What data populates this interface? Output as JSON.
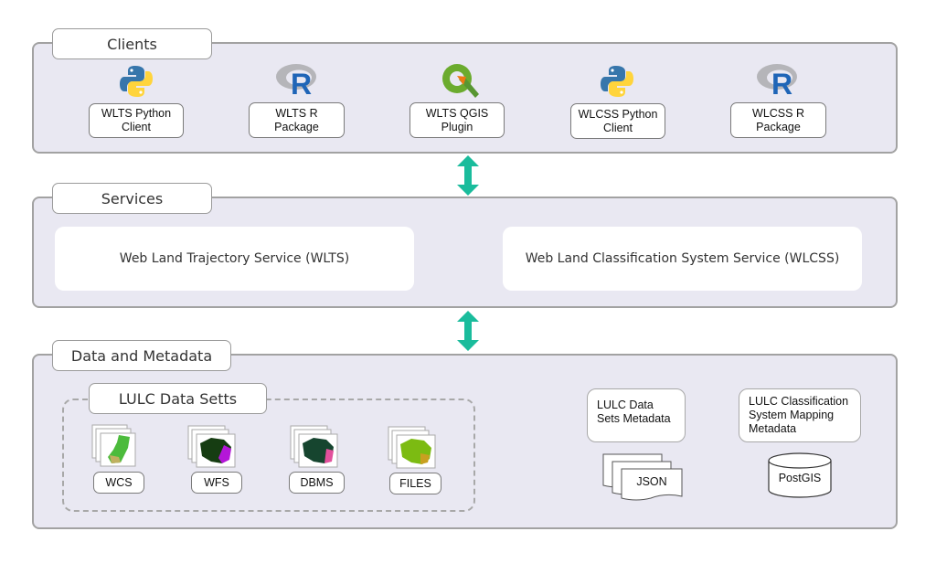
{
  "layers": {
    "clients": {
      "title": "Clients",
      "items": [
        {
          "label": "WLTS Python\nClient",
          "icon": "python-icon"
        },
        {
          "label": "WLTS R\nPackage",
          "icon": "r-icon"
        },
        {
          "label": "WLTS QGIS\nPlugin",
          "icon": "qgis-icon"
        },
        {
          "label": "WLCSS Python\nClient",
          "icon": "python-icon"
        },
        {
          "label": "WLCSS R\nPackage",
          "icon": "r-icon"
        }
      ]
    },
    "services": {
      "title": "Services",
      "items": [
        {
          "label": "Web Land Trajectory Service (WLTS)"
        },
        {
          "label": "Web Land Classification System Service (WLCSS)"
        }
      ]
    },
    "data": {
      "title": "Data and Metadata",
      "datasets": {
        "title": "LULC Data Setts",
        "items": [
          {
            "label": "WCS",
            "icon": "map-stack-icon"
          },
          {
            "label": "WFS",
            "icon": "map-stack-icon"
          },
          {
            "label": "DBMS",
            "icon": "map-stack-icon"
          },
          {
            "label": "FILES",
            "icon": "map-stack-icon"
          }
        ]
      },
      "metadata": [
        {
          "label": "LULC Data\nSets Metadata",
          "store": "JSON",
          "store_icon": "documents-icon"
        },
        {
          "label": "LULC Classification\nSystem Mapping\nMetadata",
          "store": "PostGIS",
          "store_icon": "database-icon"
        }
      ]
    }
  },
  "colors": {
    "arrow": "#1abc9c",
    "panel": "#e9e8f2"
  }
}
